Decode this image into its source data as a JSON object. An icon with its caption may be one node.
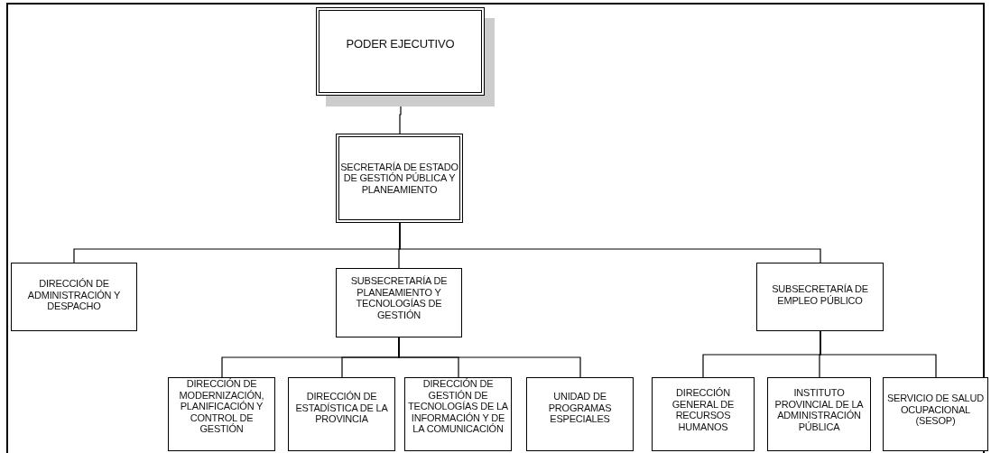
{
  "diagram": {
    "nodes": [
      {
        "text": [
          "PODER EJECUTIVO"
        ]
      },
      {
        "text": [
          "SECRETARÍA DE ESTADO DE GESTIÓN PÚBLICA Y PLANEAMIENTO"
        ]
      },
      {
        "text": [
          "DIRECCIÓN DE ADMINISTRACIÓN Y DESPACHO"
        ]
      },
      {
        "text": [
          "SUBSECRETARÍA DE PLANEAMIENTO Y TECNOLOGÍAS DE GESTIÓN"
        ]
      },
      {
        "text": [
          "DIRECCIÓN DE MODERNIZACIÓN, PLANIFICACIÓN Y CONTROL DE GESTIÓN"
        ]
      },
      {
        "text": [
          "DIRECCIÓN DE ESTADÍSTICA DE LA PROVINCIA"
        ]
      },
      {
        "text": [
          "DIRECCIÓN DE GESTIÓN DE TECNOLOGÍAS DE LA INFORMACIÓN Y DE LA COMUNICACIÓN"
        ]
      },
      {
        "text": [
          "UNIDAD DE PROGRAMAS ESPECIALES"
        ]
      },
      {
        "text": [
          "SUBSECRETARÍA DE EMPLEO PÚBLICO"
        ]
      },
      {
        "text": [
          "DIRECCIÓN GENERAL DE RECURSOS HUMANOS"
        ]
      },
      {
        "text": [
          "INSTITUTO PROVINCIAL DE LA ADMINISTRACIÓN PÚBLICA"
        ]
      },
      {
        "text": [
          "SERVICIO DE SALUD OCUPACIONAL (SESOP)"
        ]
      }
    ],
    "edges": [
      {
        "from": 0,
        "to": 1,
        "arrow": "none"
      },
      {
        "from": 1,
        "to": 2,
        "arrow": "none"
      },
      {
        "from": 1,
        "to": 3,
        "arrow": "none"
      },
      {
        "from": 1,
        "to": 8,
        "arrow": "none"
      },
      {
        "from": 3,
        "to": 4,
        "arrow": "none"
      },
      {
        "from": 3,
        "to": 5,
        "arrow": "none"
      },
      {
        "from": 3,
        "to": 6,
        "arrow": "none"
      },
      {
        "from": 3,
        "to": 7,
        "arrow": "none"
      },
      {
        "from": 8,
        "to": 9,
        "arrow": "none"
      },
      {
        "from": 8,
        "to": 10,
        "arrow": "none"
      },
      {
        "from": 8,
        "to": 11,
        "arrow": "none"
      }
    ]
  }
}
